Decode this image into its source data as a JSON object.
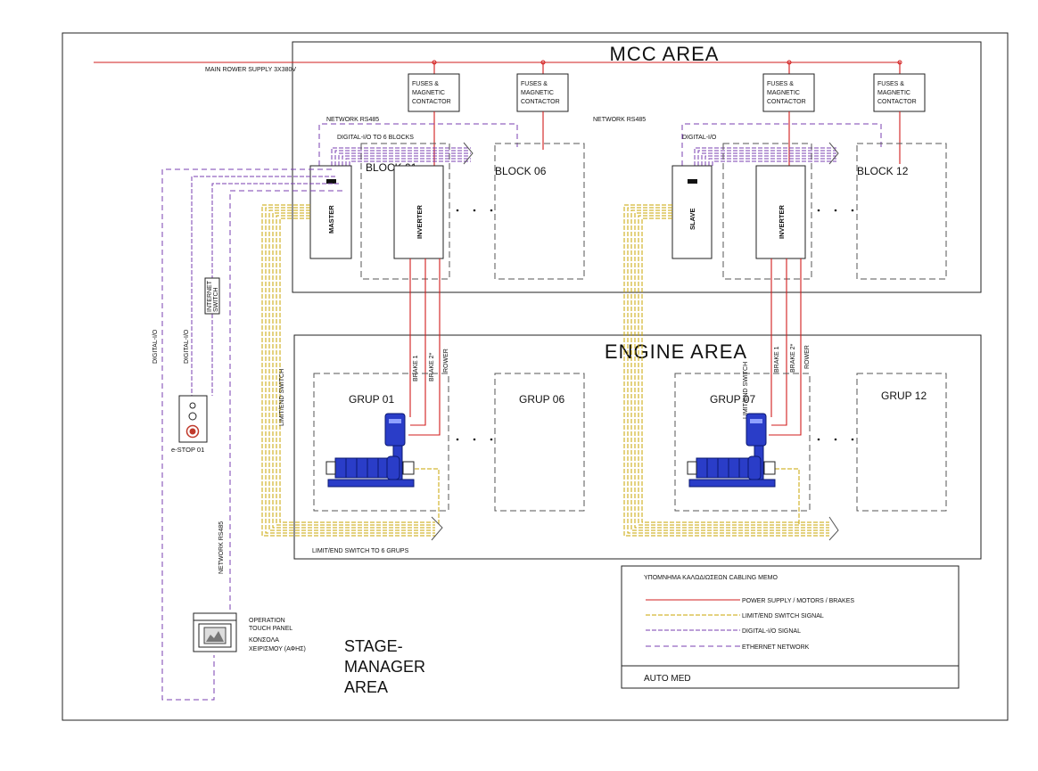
{
  "areas": {
    "mcc": "MCC  AREA",
    "engine": "ENGINE  AREA",
    "stage_line1": "STAGE-",
    "stage_line2": "MANAGER",
    "stage_line3": "AREA"
  },
  "main_supply": "MAIN ROWER SUPPLY 3X380V",
  "fuses": [
    "FUSES &",
    "MAGNETIC",
    "CONTACTOR"
  ],
  "network_label": "NETWORK RS485",
  "dio_to_6_blocks": "DIGITAL-I/O TO 6 BLOCKS",
  "dio_label": "DIGITAL-I/O",
  "blocks": {
    "b01": "BLOCK 01",
    "b06": "BLOCK 06",
    "b12": "BLOCK 12"
  },
  "units": {
    "master": "MASTER",
    "slave": "SLAVE",
    "inverter": "INVERTER"
  },
  "internet_switch": [
    "INTERNET",
    "SWITCH"
  ],
  "left_labels": {
    "dio_1": "DIGITAL-I/O",
    "dio_2": "DIGITAL-I/O",
    "limit_end": "LIMIT/END SWITCH",
    "network": "NETWORK RS485"
  },
  "groups": {
    "g01": "GRUP 01",
    "g06": "GRUP 06",
    "g07": "GRUP 07",
    "g12": "GRUP 12"
  },
  "motor_wires": {
    "brake1": "BRAKE 1",
    "brake2": "BRAKE 2*",
    "power": "ROWER",
    "limit_end": "LIMIT/END SWITCH"
  },
  "estop": "e-STOP 01",
  "limit_to_6": "LIMIT/END SWITCH TO 6 GRUPS",
  "panel": {
    "line1": "OPERATION",
    "line2": "TOUCH PANEL",
    "line3": "ΚΟΝΣΟΛΑ",
    "line4": "ΧΕΙΡΙΣΜΟΥ (ΑΦΗΣ)"
  },
  "memo": {
    "title": "ΥΠΟΜΝΗΜΑ ΚΑΛΩΔΙΩΣΕΩΝ    CABLING MEMO",
    "items": [
      {
        "label": "POWER SUPPLY / MOTORS / BRAKES",
        "color": "#d21c1c"
      },
      {
        "label": "LIMIT/END SWITCH  SIGNAL",
        "color": "#c8a400"
      },
      {
        "label": "DIGITAL-I/O SIGNAL",
        "color": "#7a3fb0"
      },
      {
        "label": "ETHERNET NETWORK",
        "color": "#7a3fb0"
      }
    ],
    "footer": "AUTO MED"
  },
  "colors": {
    "power": "#d21c1c",
    "limit": "#c8a400",
    "digital": "#7a3fb0",
    "motor": "#1f3fbf"
  }
}
